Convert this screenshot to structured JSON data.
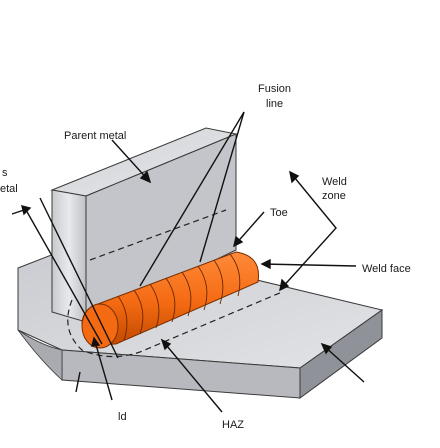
{
  "labels": {
    "fusion_line_1": "Fusion",
    "fusion_line_2": "line",
    "parent_metal": "Parent metal",
    "weld_zone_1": "Weld",
    "weld_zone_2": "zone",
    "toe": "Toe",
    "weld_face": "Weld face",
    "haz": "HAZ",
    "cut_left_1": "s",
    "cut_left_2": "etal",
    "cut_bottom": "ld"
  },
  "colors": {
    "weld_bead": "#f46a12",
    "weld_bead_dark": "#c24a00",
    "plate_light": "#d9dade",
    "plate_mid": "#bcbec4",
    "plate_dark": "#8e9198",
    "edge": "#3a3a3a"
  }
}
